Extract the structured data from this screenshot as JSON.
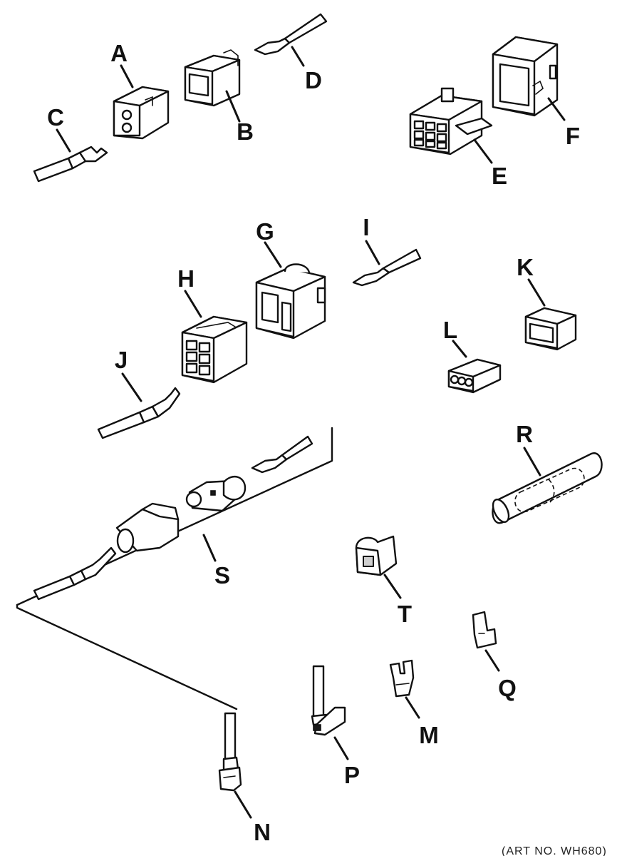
{
  "diagram": {
    "labels": {
      "A": "A",
      "B": "B",
      "C": "C",
      "D": "D",
      "E": "E",
      "F": "F",
      "G": "G",
      "H": "H",
      "I": "I",
      "J": "J",
      "K": "K",
      "L": "L",
      "M": "M",
      "N": "N",
      "P": "P",
      "Q": "Q",
      "R": "R",
      "S": "S",
      "T": "T"
    },
    "art_no": "(ART NO. WH680)"
  }
}
